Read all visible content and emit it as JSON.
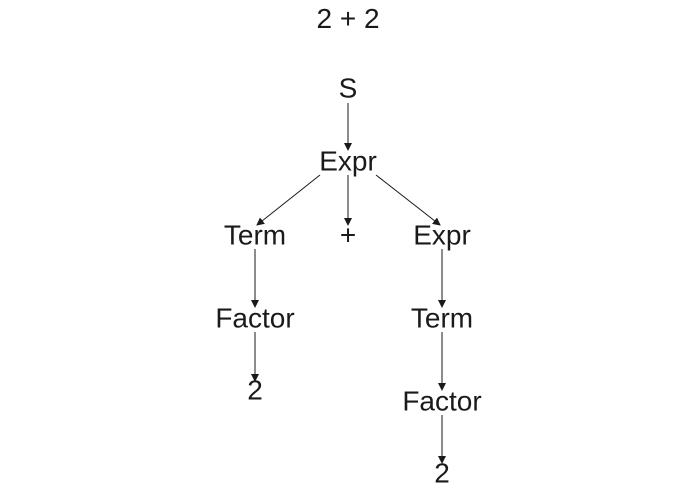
{
  "title": "2 + 2",
  "nodes": [
    {
      "id": "s",
      "label": "S"
    },
    {
      "id": "expr_root",
      "label": "Expr"
    },
    {
      "id": "term_left",
      "label": "Term"
    },
    {
      "id": "plus",
      "label": "+"
    },
    {
      "id": "expr_right",
      "label": "Expr"
    },
    {
      "id": "factor_left",
      "label": "Factor"
    },
    {
      "id": "term_right",
      "label": "Term"
    },
    {
      "id": "leaf_left",
      "label": "2"
    },
    {
      "id": "factor_right",
      "label": "Factor"
    },
    {
      "id": "leaf_right",
      "label": "2"
    }
  ],
  "edges": [
    {
      "from": "s",
      "to": "expr_root"
    },
    {
      "from": "expr_root",
      "to": "term_left"
    },
    {
      "from": "expr_root",
      "to": "plus"
    },
    {
      "from": "expr_root",
      "to": "expr_right"
    },
    {
      "from": "term_left",
      "to": "factor_left"
    },
    {
      "from": "factor_left",
      "to": "leaf_left"
    },
    {
      "from": "expr_right",
      "to": "term_right"
    },
    {
      "from": "term_right",
      "to": "factor_right"
    },
    {
      "from": "factor_right",
      "to": "leaf_right"
    }
  ]
}
